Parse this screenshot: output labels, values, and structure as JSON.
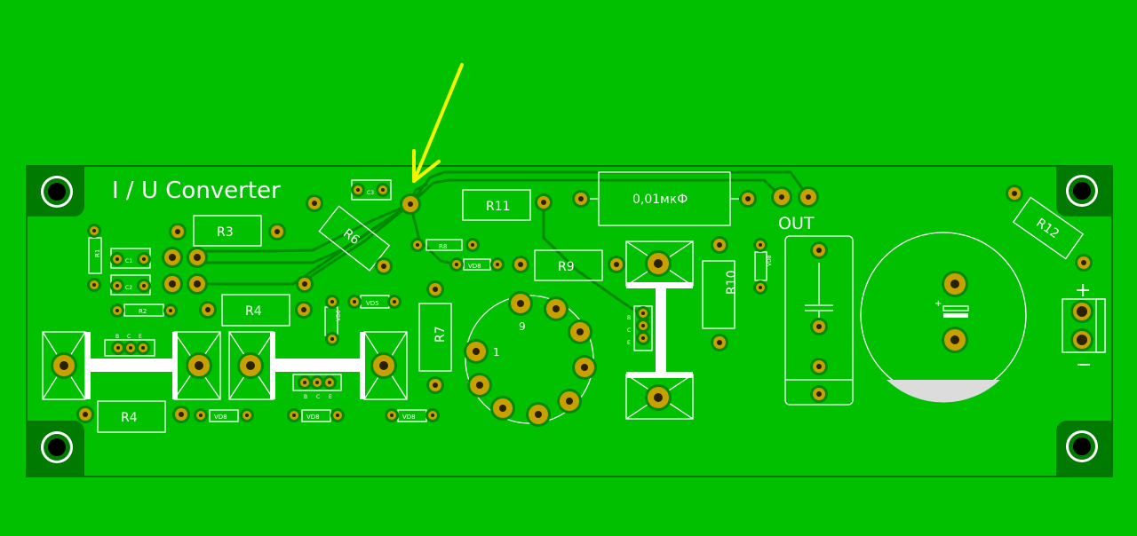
{
  "board": {
    "title": "I / U Converter",
    "out_label": "OUT",
    "plus_label": "+",
    "minus_label": "−",
    "tube_pin_first": "1",
    "tube_pin_last": "9"
  },
  "components": {
    "R1": "R1",
    "R2": "R2",
    "R3": "R3",
    "R4_top": "R4",
    "R4_bottom": "R4",
    "R6": "R6",
    "R7": "R7",
    "R8": "R8",
    "R9": "R9",
    "R10": "R10",
    "R11": "R11",
    "R12": "R12",
    "C1": "C1",
    "C2": "C2",
    "C3": "C3",
    "cap_001": "0,01мкФ",
    "VD5": "VD5",
    "VD6": "VD6",
    "VD8_a": "VD8",
    "VD8_b": "VD8",
    "VD8_c": "VD8",
    "VD8_d": "VD8",
    "VD8_e": "VD8"
  },
  "transistor_pins": {
    "b": "B",
    "c": "C",
    "e": "E"
  },
  "colors": {
    "board": "#00c000",
    "mounting": "#007a00",
    "pad": "#c8a000",
    "arrow": "#f5f500"
  },
  "icons": {
    "arrow": "pointer-arrow-icon",
    "mounting_hole": "mounting-hole-icon"
  }
}
